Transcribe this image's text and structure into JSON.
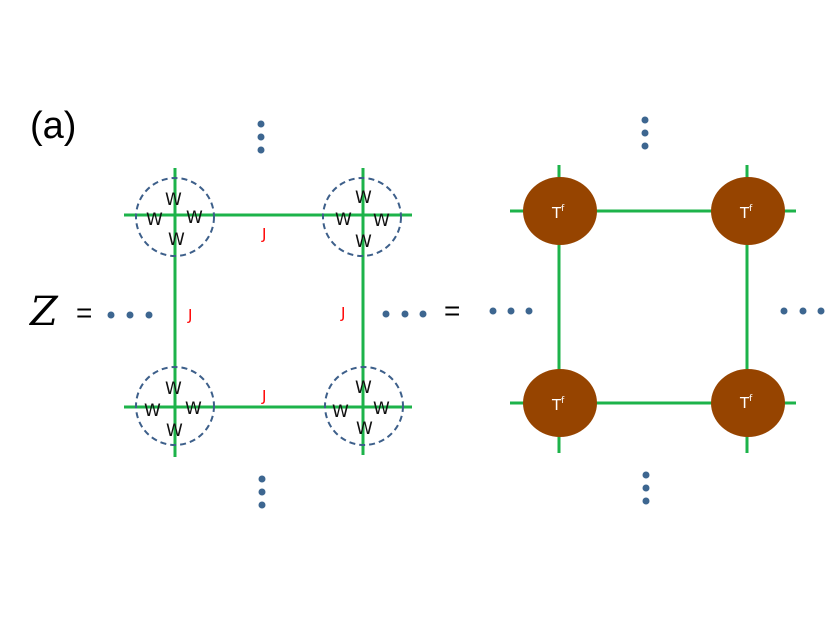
{
  "panel_label": "(a)",
  "z_symbol": "Z",
  "equals": "=",
  "left_network": {
    "site_tensor": "W",
    "bond_label": "J"
  },
  "right_network": {
    "tensor_base": "T",
    "tensor_sup": "f"
  },
  "colors": {
    "bond": "#1db34a",
    "dots": "#3d6690",
    "circle": "#3d5f8a",
    "node": "#964400",
    "bond_text": "#ff0000"
  }
}
